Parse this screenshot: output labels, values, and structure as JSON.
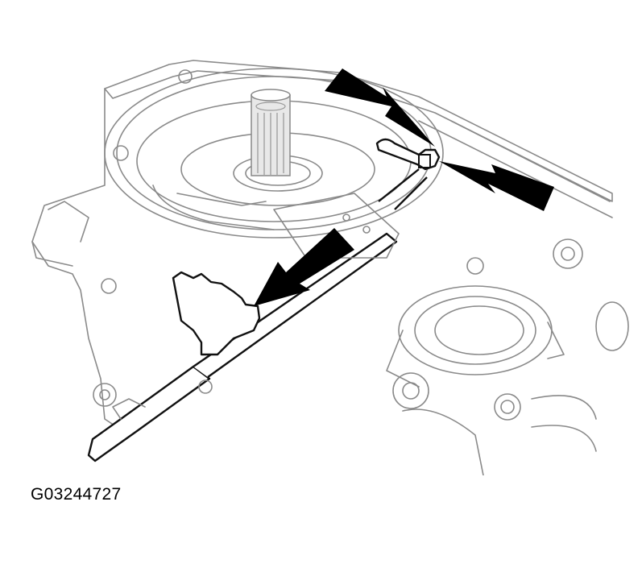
{
  "figure": {
    "type": "technical-line-illustration",
    "subject": "transmission case with shift shaft and detent lever",
    "arrows": [
      {
        "id": "arrow-top-upper",
        "points_to": "shift-fork-pin"
      },
      {
        "id": "arrow-top-lower",
        "points_to": "shift-fork-pin"
      },
      {
        "id": "arrow-middle",
        "points_to": "detent-lever"
      }
    ],
    "colors": {
      "line": "#8a8a8a",
      "highlight": "#111111",
      "arrow": "#000000",
      "background": "#ffffff"
    }
  },
  "caption": {
    "figure_id": "G03244727"
  }
}
